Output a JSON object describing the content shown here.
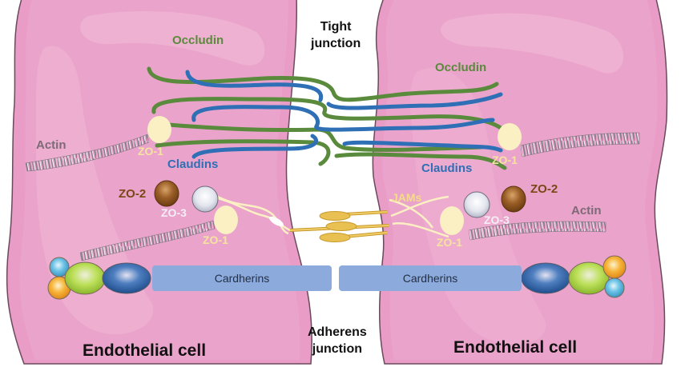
{
  "diagram": {
    "labels": {
      "tight_junction_line1": "Tight",
      "tight_junction_line2": "junction",
      "adherens_junction_line1": "Adherens",
      "adherens_junction_line2": "junction"
    },
    "left_cell": {
      "title": "Endothelial cell",
      "occludin": "Occludin",
      "claudins": "Claudins",
      "actin_top": "Actin",
      "zo1_top": "ZO-1",
      "zo2": "ZO-2",
      "zo3": "ZO-3",
      "zo1_bottom": "ZO-1",
      "cadherins": "Cardherins"
    },
    "right_cell": {
      "title": "Endothelial cell",
      "occludin": "Occludin",
      "claudins": "Claudins",
      "actin": "Actin",
      "zo1_top": "ZO-1",
      "zo2": "ZO-2",
      "zo3": "ZO-3",
      "zo1_bottom": "ZO-1",
      "jams": "JAMs",
      "cadherins": "Cardherins"
    },
    "colors": {
      "cell_fill": "#e89cc6",
      "cell_border": "#d673ad",
      "occludin": "#5a8a3c",
      "claudin": "#2f6fb5",
      "zo1": "#fbefc4",
      "zo2": "#8b5420",
      "zo3": "#dcdfe8",
      "jam": "#e9c052",
      "cadherin": "#8caadb"
    }
  }
}
